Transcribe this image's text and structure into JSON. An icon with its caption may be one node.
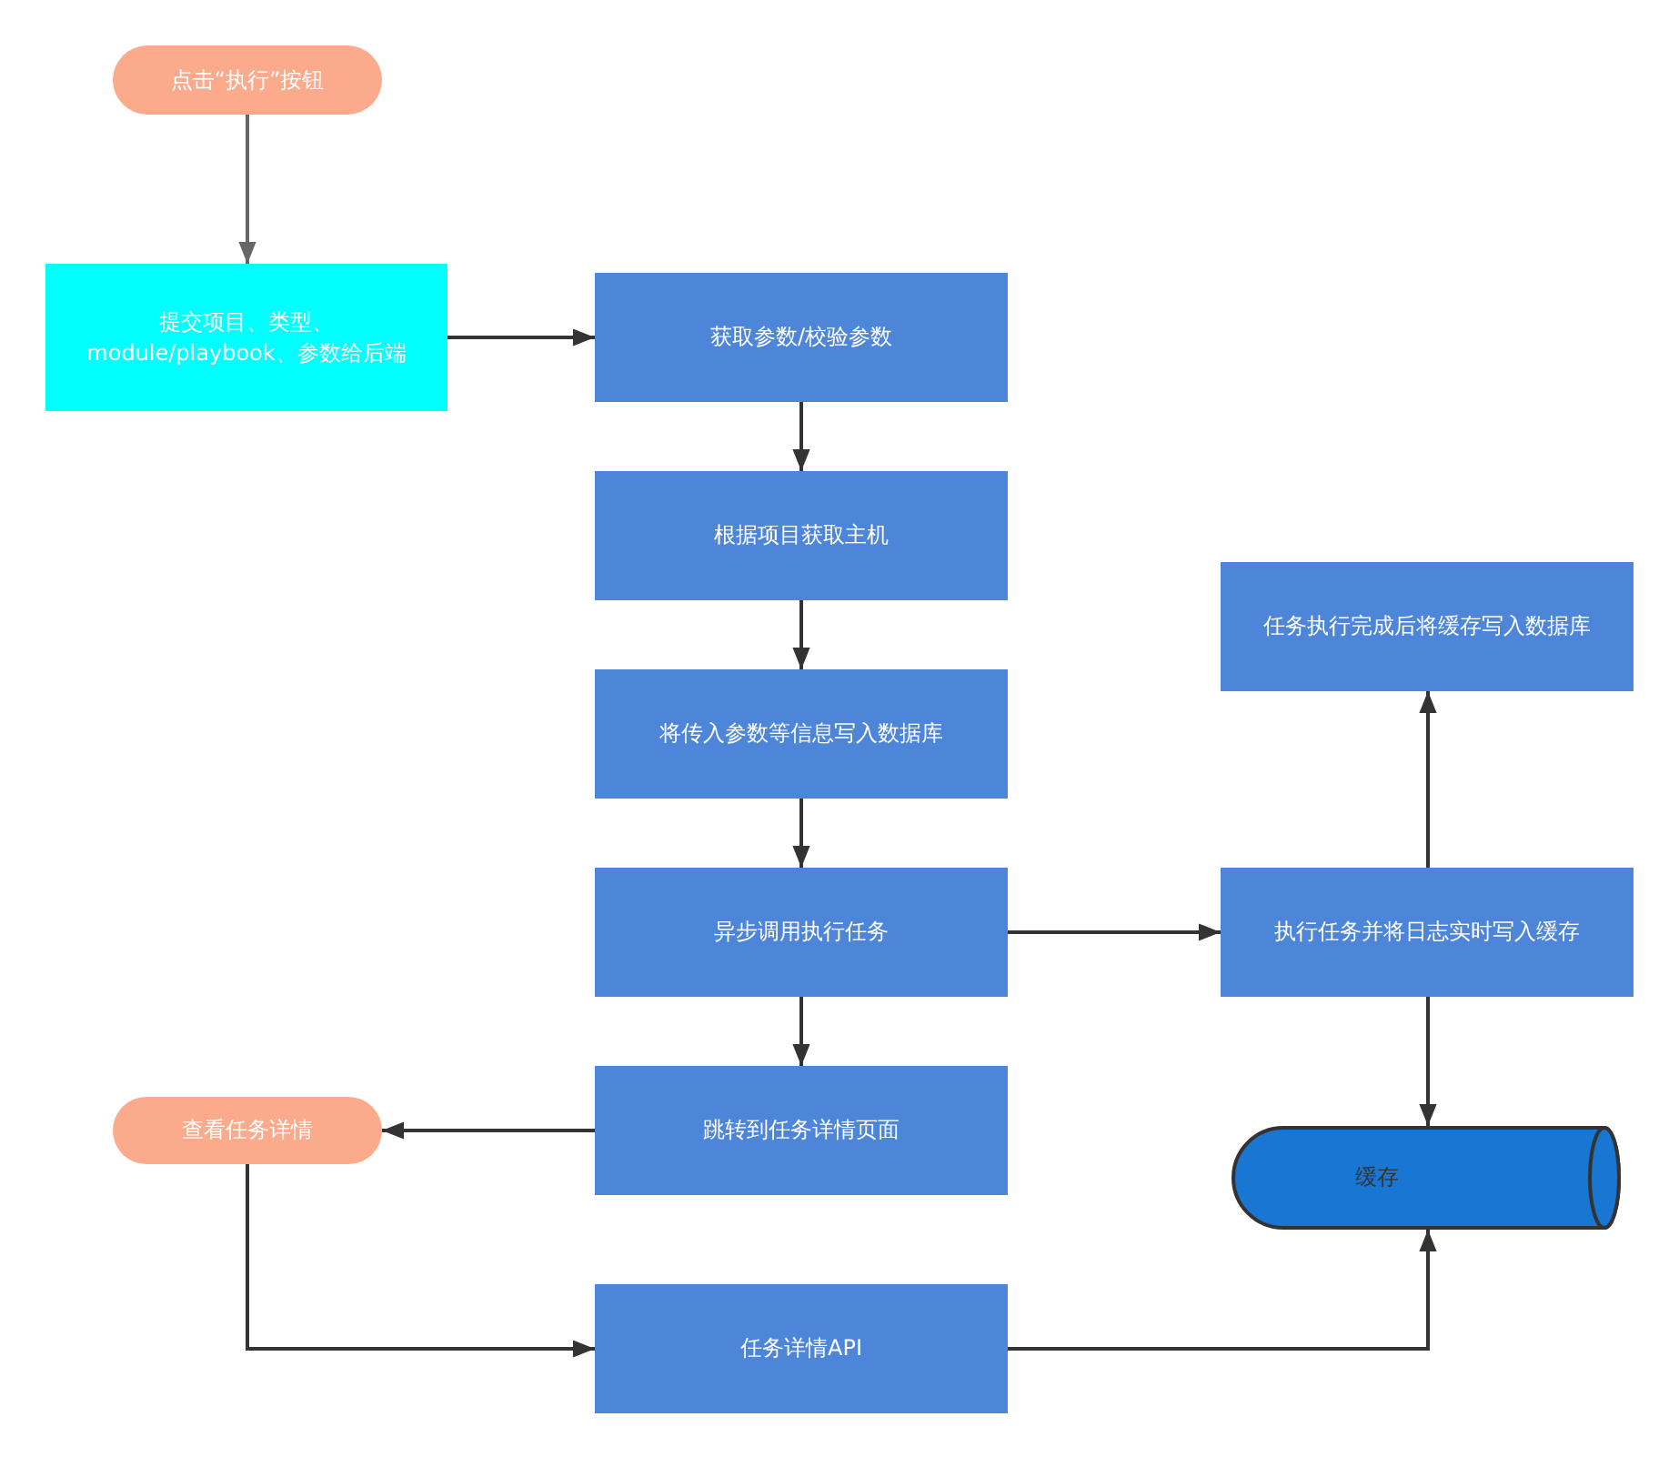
{
  "diagram": {
    "nodes": [
      {
        "text": [
          "点击“执行”按钮"
        ]
      },
      {
        "text": [
          "提交项目、类型、module/playbook、参数给后端"
        ]
      },
      {
        "text": [
          "获取参数/校验参数"
        ]
      },
      {
        "text": [
          "根据项目获取主机"
        ]
      },
      {
        "text": [
          "将传入参数等信息写入数据库"
        ]
      },
      {
        "text": [
          "异步调用执行任务"
        ]
      },
      {
        "text": [
          "跳转到任务详情页面"
        ]
      },
      {
        "text": [
          "查看任务详情"
        ]
      },
      {
        "text": [
          "任务详情API"
        ]
      },
      {
        "text": [
          "执行任务并将日志实时写入缓存"
        ]
      },
      {
        "text": [
          "任务执行完成后将缓存写入数据库"
        ]
      },
      {
        "text": [
          "缓存"
        ]
      }
    ],
    "edges": [
      {
        "from": 0,
        "to": 1,
        "arrow": "to",
        "color": "#666666"
      },
      {
        "from": 1,
        "to": 2,
        "arrow": "to"
      },
      {
        "from": 2,
        "to": 3,
        "arrow": "to"
      },
      {
        "from": 3,
        "to": 4,
        "arrow": "to"
      },
      {
        "from": 4,
        "to": 5,
        "arrow": "to"
      },
      {
        "from": 5,
        "to": 6,
        "arrow": "to"
      },
      {
        "from": 5,
        "to": 9,
        "arrow": "to"
      },
      {
        "from": 9,
        "to": 10,
        "arrow": "to"
      },
      {
        "from": 9,
        "to": 11,
        "arrow": "to"
      },
      {
        "from": 6,
        "to": 7,
        "arrow": "to"
      },
      {
        "from": 7,
        "to": 8,
        "arrow": "to"
      },
      {
        "from": 8,
        "to": 11,
        "arrow": "to"
      }
    ]
  }
}
